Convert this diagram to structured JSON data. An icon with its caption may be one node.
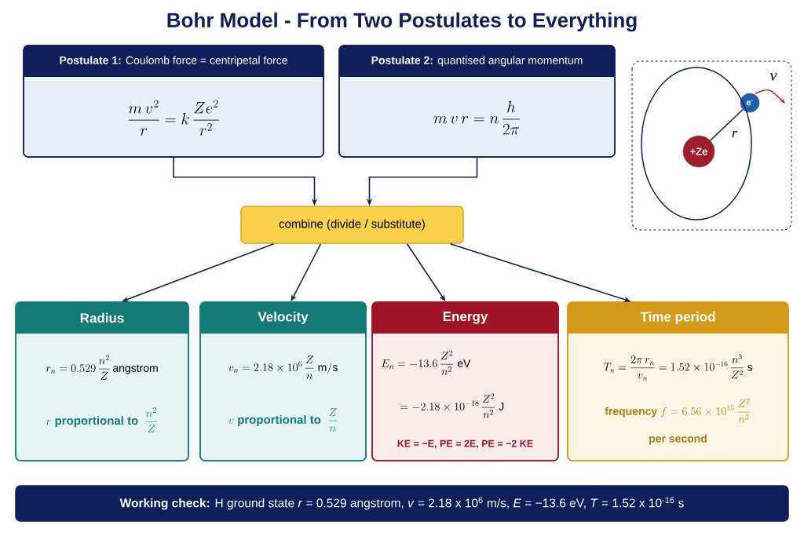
{
  "diagram": {
    "title": "Bohr Model - From Two Postulates to Everything",
    "nodes": [
      {
        "text": [
          "**Postulate 1:** Coulomb force = centripetal force",
          "\\frac{m\\,v^2}{r} = k\\,\\frac{Z e^2}{r^2}"
        ]
      },
      {
        "text": [
          "**Postulate 2:** quantised angular momentum",
          "m\\,v\\,r = n\\,\\frac{h}{2\\pi}"
        ]
      },
      {
        "text": [
          "+Ze"
        ]
      },
      {
        "text": [
          "e$^{-}$"
        ]
      },
      {
        "text": [
          "combine (divide / substitute)"
        ]
      },
      {
        "text": [
          "Radius",
          "r_n = 0.529\\,\\frac{n^2}{Z}\\,\\mathrm{angstrom}",
          "r\\ \\text{proportional to}\\ \\ \\frac{n^2}{Z}"
        ]
      },
      {
        "text": [
          "Velocity",
          "v_n = 2.18\\times 10^6\\,\\frac{Z}{n}\\ \\mathrm{m/s}",
          "v\\ \\text{proportional to}\\ \\ \\frac{Z}{n}"
        ]
      },
      {
        "text": [
          "Energy",
          "E_n = -13.6\\,\\frac{Z^2}{n^2}\\ \\mathrm{eV}",
          "= -2.18\\times 10^{-18}\\,\\frac{Z^2}{n^2}\\ \\mathrm{J}",
          "KE = −E, PE = 2E, PE = −2 KE"
        ]
      },
      {
        "text": [
          "Time period",
          "T_n = \\frac{2\\pi\\, r_n}{v_n} = 1.52\\times 10^{-16}\\,\\frac{n^3}{Z^2}\\ \\mathrm{s}",
          "\\text{frequency}\\ f = 6.56\\times 10^{15}\\,\\frac{Z^2}{n^3}",
          "per second"
        ]
      },
      {
        "text": [
          "**Working check:** H ground state *r* = 0.529 angstrom, *v* = 2.18 x 10$^{6}$ m/s, *E* = −13.6 eV, *T* = 1.52 x 10$^{-16}$ s"
        ]
      }
    ],
    "edges": [
      {
        "from": 0,
        "to": 4,
        "arrow": "to"
      },
      {
        "from": 1,
        "to": 4,
        "arrow": "to"
      },
      {
        "from": 4,
        "to": 5,
        "arrow": "to"
      },
      {
        "from": 4,
        "to": 6,
        "arrow": "to"
      },
      {
        "from": 4,
        "to": 7,
        "arrow": "to"
      },
      {
        "from": 4,
        "to": 8,
        "arrow": "to"
      },
      {
        "from": 2,
        "to": 3,
        "arrow": "none",
        "label": "r"
      }
    ],
    "labels": [
      "v"
    ]
  }
}
